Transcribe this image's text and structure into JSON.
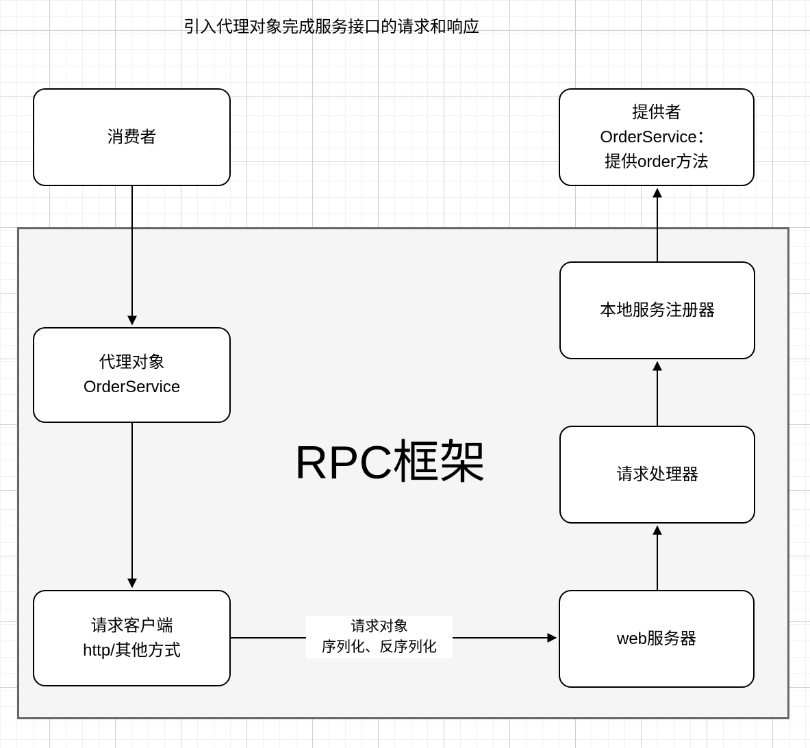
{
  "title": "引入代理对象完成服务接口的请求和响应",
  "frame": {
    "label": "RPC框架"
  },
  "nodes": {
    "consumer": {
      "label": "消费者"
    },
    "provider": {
      "lines": [
        "提供者",
        "OrderService：",
        "提供order方法"
      ]
    },
    "proxy": {
      "lines": [
        "代理对象",
        "OrderService"
      ]
    },
    "request_client": {
      "lines": [
        "请求客户端",
        "http/其他方式"
      ]
    },
    "local_registry": {
      "label": "本地服务注册器"
    },
    "request_handler": {
      "label": "请求处理器"
    },
    "web_server": {
      "label": "web服务器"
    }
  },
  "edges": {
    "serialization_label": {
      "lines": [
        "请求对象",
        "序列化、反序列化"
      ]
    }
  },
  "colors": {
    "frame_fill": "#f5f5f5",
    "frame_border": "#666666",
    "node_fill": "#ffffff",
    "node_border": "#000000",
    "grid_minor": "#f1f1f1",
    "grid_major": "#cfcfcf",
    "text": "#000000"
  }
}
